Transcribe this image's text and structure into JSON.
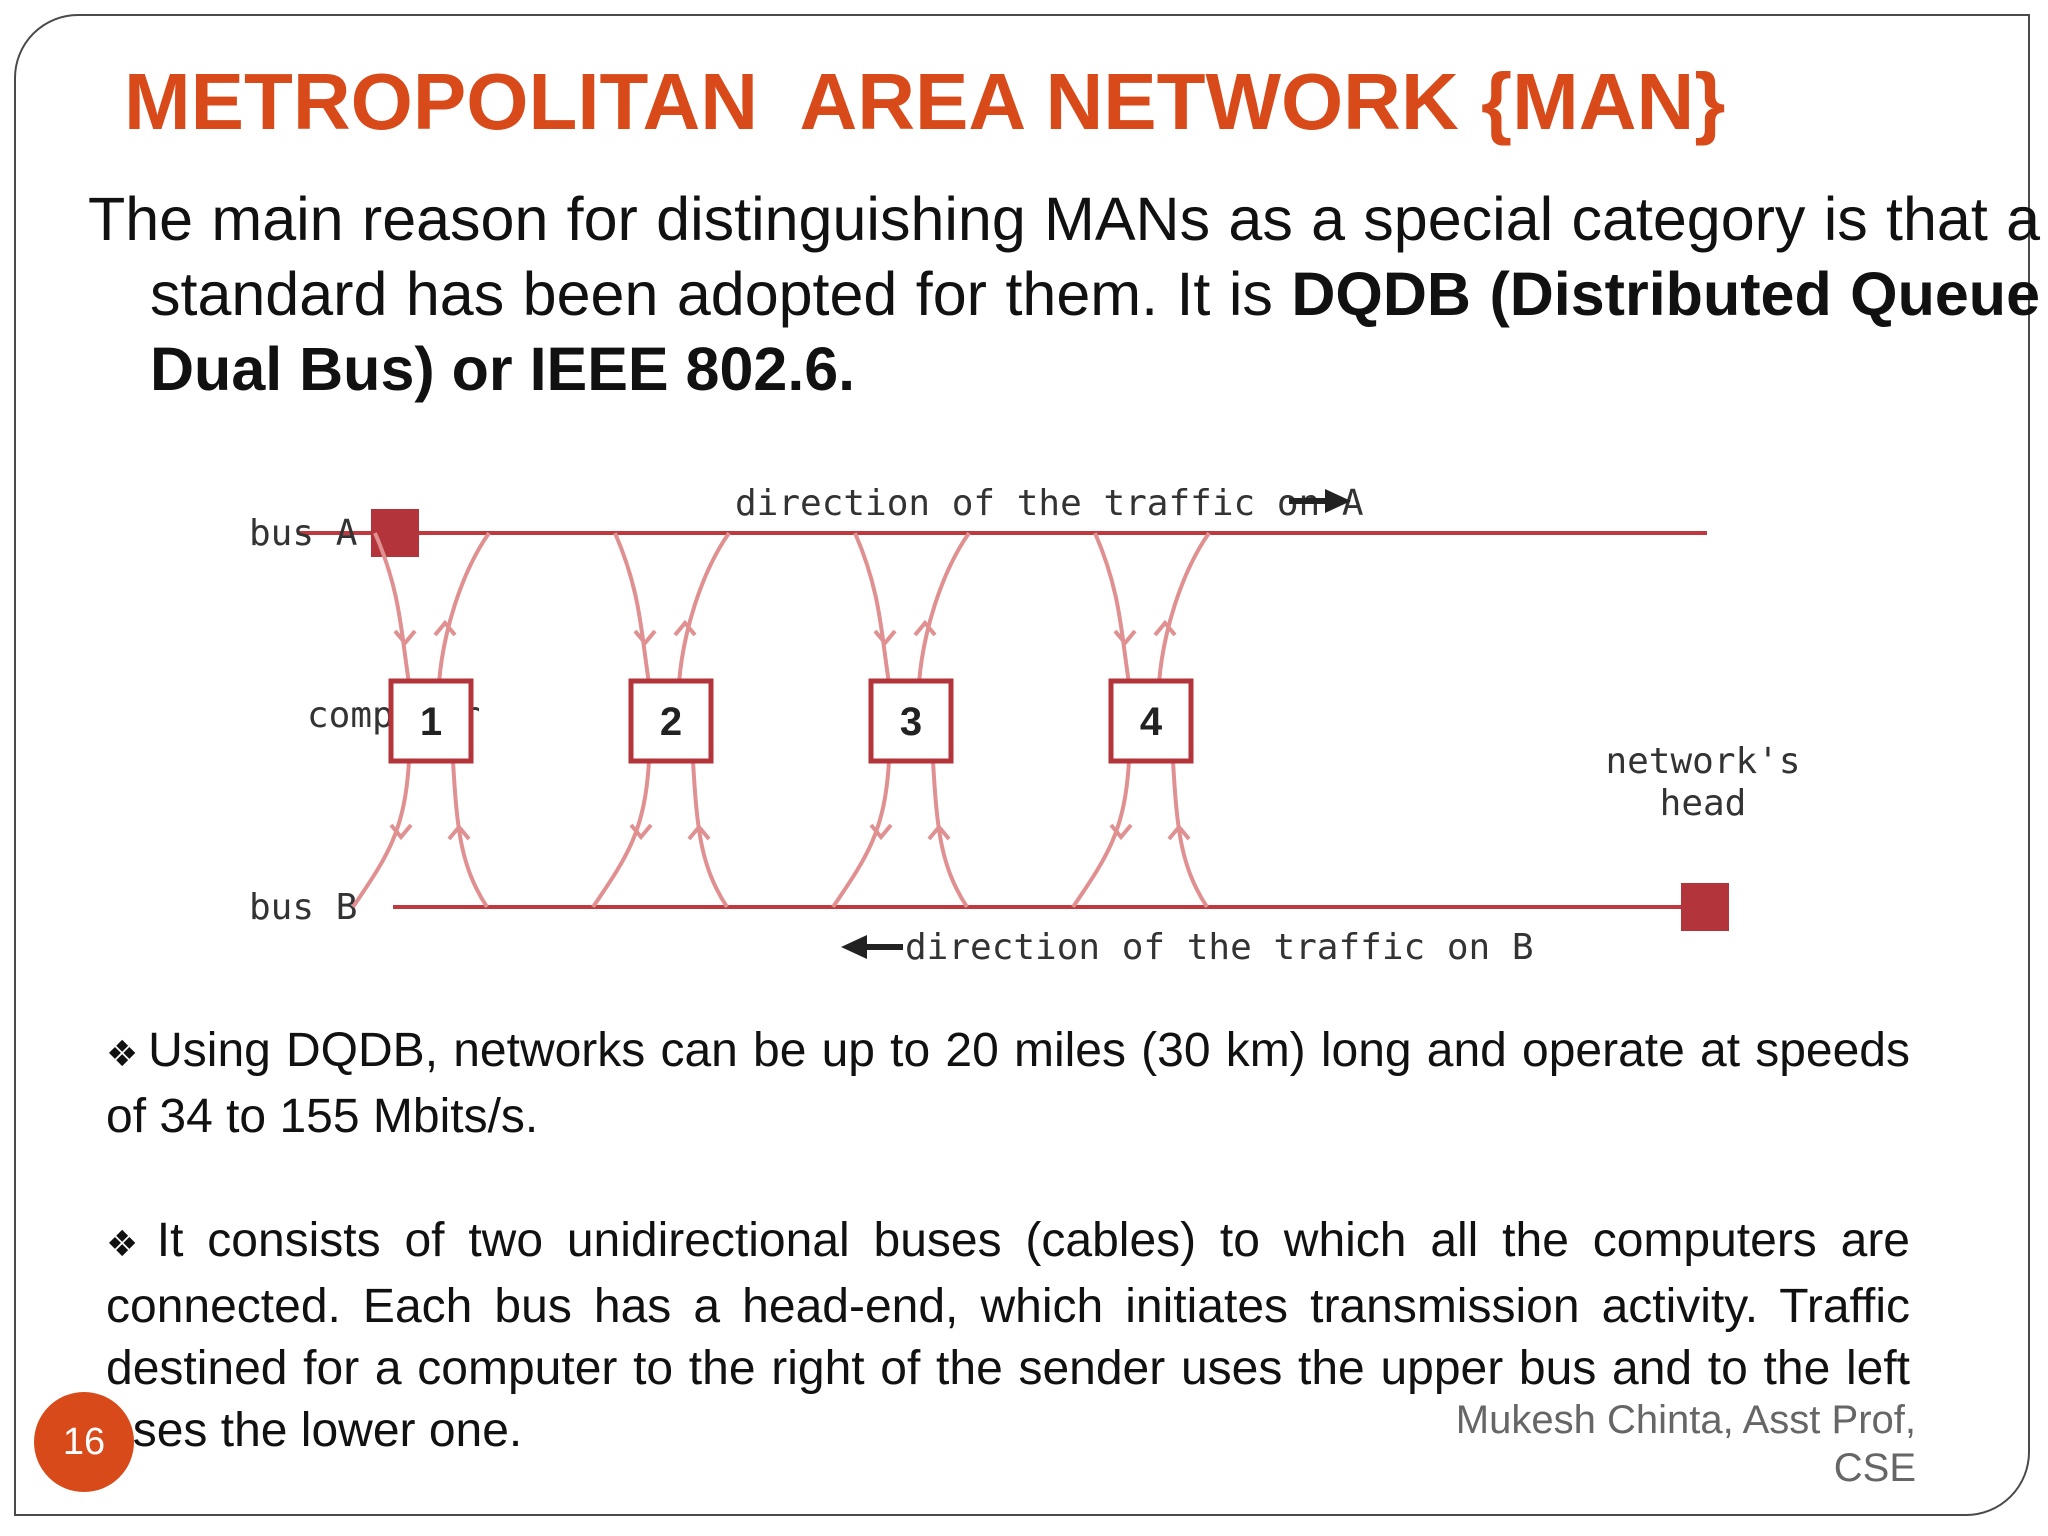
{
  "slide": {
    "title": "METROPOLITAN  AREA NETWORK {MAN}",
    "intro_plain": "The main reason for distinguishing MANs as a special category is that a standard has been adopted for them. It is ",
    "intro_bold": "DQDB (Distributed Queue Dual Bus) or IEEE 802.6.",
    "bullet_icon": "diamond-bullet-icon",
    "bullets": [
      "Using DQDB, networks can be up to 20 miles (30 km) long and operate at speeds of 34 to 155 Mbits/s.",
      "It consists of two unidirectional buses (cables) to which all the computers are connected. Each bus has a head-end, which initiates transmission activity. Traffic destined for a computer to the right of the sender uses the upper bus and to the left uses the lower one."
    ],
    "page_number": "16",
    "author_line1": "Mukesh Chinta, Asst Prof,",
    "author_line2": "CSE",
    "accent_color": "#d94a1a"
  },
  "diagram": {
    "bus_a_label": "bus A",
    "bus_b_label": "bus B",
    "traffic_a": "direction of the traffic on A",
    "traffic_b": "direction of the traffic on B",
    "computer_label": "computer",
    "head_label_line1": "network's",
    "head_label_line2": "head",
    "nodes": [
      "1",
      "2",
      "3",
      "4"
    ],
    "bus_color": "#c0393f",
    "link_color": "#e09090"
  }
}
